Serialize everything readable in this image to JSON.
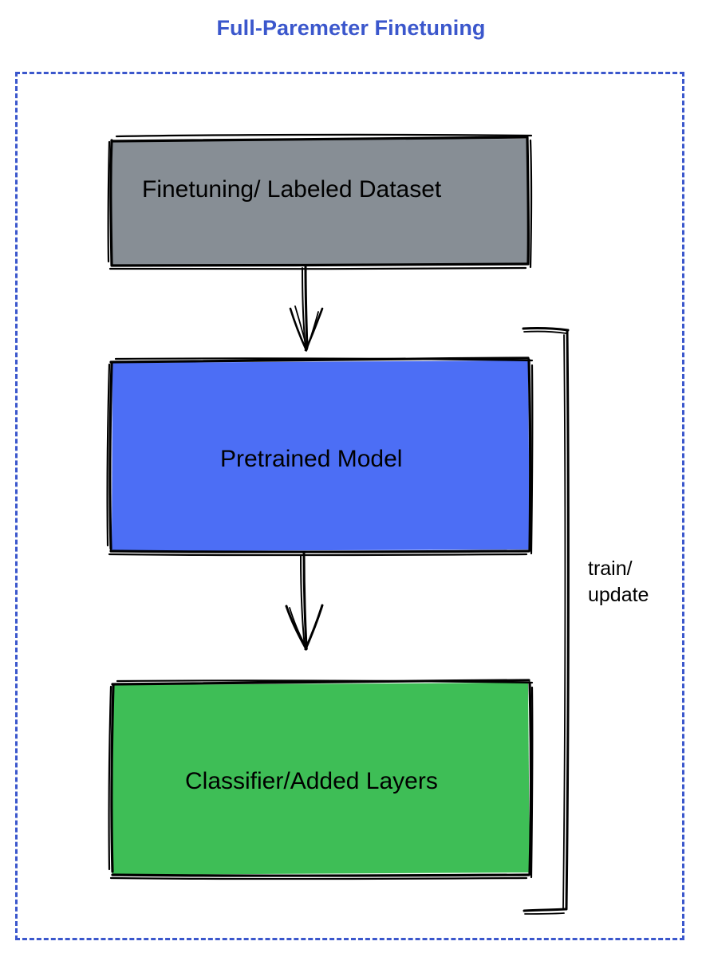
{
  "title": "Full-Paremeter Finetuning",
  "colors": {
    "title_text": "#3b57cc",
    "frame_border": "#3b57cc",
    "box_gray_fill": "#878e95",
    "box_blue_fill": "#4c6ef5",
    "box_green_fill": "#3ebe56",
    "stroke": "#000000",
    "label_text": "#000000",
    "background": "#ffffff"
  },
  "nodes": [
    {
      "id": "dataset",
      "label": "Finetuning/ Labeled Dataset",
      "fill": "#878e95",
      "shape": "rectangle",
      "style": "hand-drawn"
    },
    {
      "id": "pretrained-model",
      "label": "Pretrained Model",
      "fill": "#4c6ef5",
      "shape": "rectangle",
      "style": "hand-drawn"
    },
    {
      "id": "classifier",
      "label": "Classifier/Added Layers",
      "fill": "#3ebe56",
      "shape": "rectangle",
      "style": "hand-drawn"
    }
  ],
  "edges": [
    {
      "id": "dataset-to-model",
      "from": "dataset",
      "to": "pretrained-model",
      "label": "",
      "arrow": "down"
    },
    {
      "id": "model-to-classifier",
      "from": "pretrained-model",
      "to": "classifier",
      "label": "",
      "arrow": "down"
    },
    {
      "id": "feedback-loop",
      "from": "classifier",
      "to": "pretrained-model",
      "label": "train/\nupdate",
      "arrow": "bracket"
    }
  ],
  "loop_label": {
    "line1": "train/",
    "line2": "update"
  }
}
